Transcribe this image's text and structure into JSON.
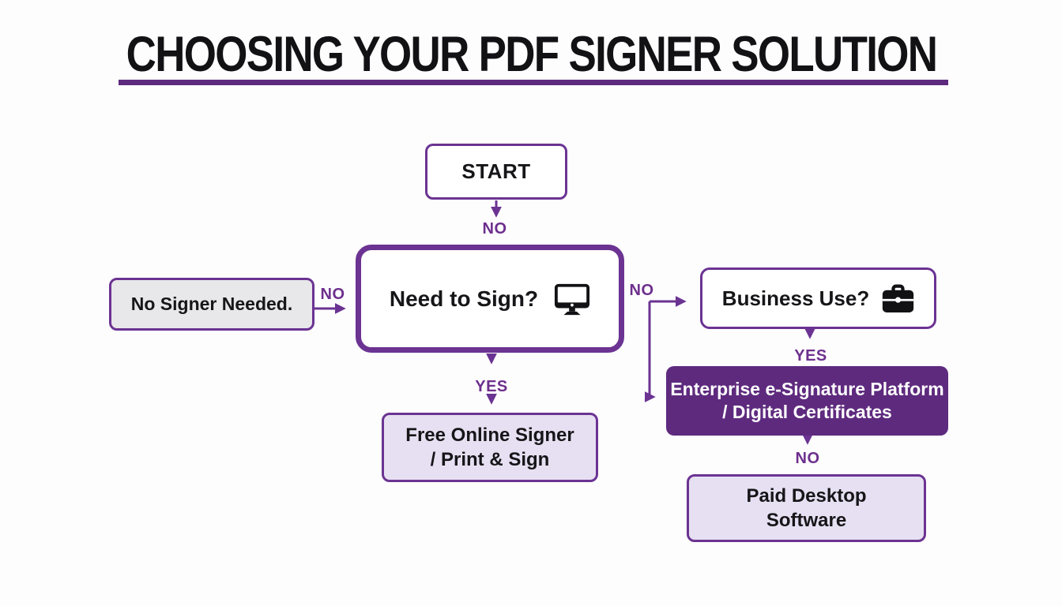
{
  "title": {
    "text": "CHOOSING YOUR PDF SIGNER SOLUTION"
  },
  "colors": {
    "accent_purple": "#6b3392",
    "deep_purple_fill": "#5e2a7e",
    "lavender_fill": "#e7e0f2",
    "gray_fill": "#e8e7ea",
    "edge_label_purple": "#6d2f8d",
    "text_black": "#161518",
    "underline_purple": "#5e2a7e"
  },
  "nodes": {
    "start": {
      "label": "START"
    },
    "need_to_sign": {
      "label": "Need to Sign?",
      "icon": "monitor-icon"
    },
    "no_signer": {
      "label": "No Signer Needed."
    },
    "business_use": {
      "label": "Business Use?",
      "icon": "briefcase-icon"
    },
    "enterprise": {
      "line1": "Enterprise e-Signature Platform",
      "line2": "/ Digital Certificates"
    },
    "free_online": {
      "line1": "Free Online Signer",
      "line2": "/ Print & Sign"
    },
    "paid_desktop": {
      "line1": "Paid Desktop",
      "line2": "Software"
    }
  },
  "edges": {
    "start_to_need": {
      "label": "NO"
    },
    "no_signer_to_need": {
      "label": "NO"
    },
    "need_to_business": {
      "label": "NO"
    },
    "need_to_free": {
      "label": "YES"
    },
    "business_to_enterprise": {
      "label": "YES"
    },
    "enterprise_to_paid": {
      "label": "NO"
    }
  }
}
